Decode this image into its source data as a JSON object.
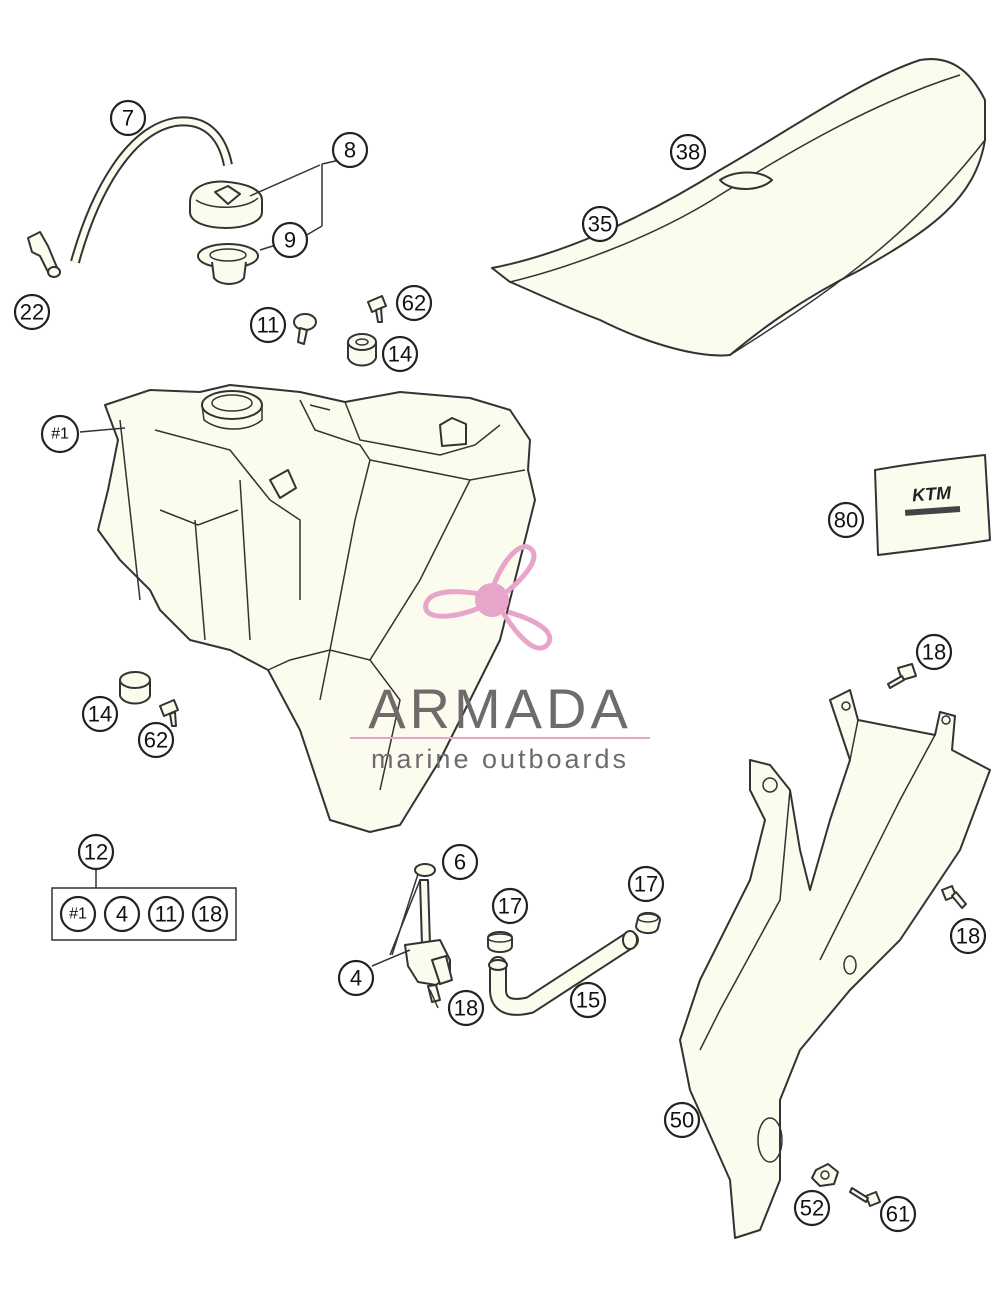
{
  "callouts": [
    {
      "id": "c7",
      "label": "7"
    },
    {
      "id": "c8",
      "label": "8"
    },
    {
      "id": "c9",
      "label": "9"
    },
    {
      "id": "c22",
      "label": "22"
    },
    {
      "id": "c11a",
      "label": "11"
    },
    {
      "id": "c62a",
      "label": "62"
    },
    {
      "id": "c14a",
      "label": "14"
    },
    {
      "id": "c38",
      "label": "38"
    },
    {
      "id": "c35",
      "label": "35"
    },
    {
      "id": "c1",
      "label": "#1"
    },
    {
      "id": "c80",
      "label": "80"
    },
    {
      "id": "c14b",
      "label": "14"
    },
    {
      "id": "c62b",
      "label": "62"
    },
    {
      "id": "c18a",
      "label": "18"
    },
    {
      "id": "c12",
      "label": "12"
    },
    {
      "id": "c6",
      "label": "6"
    },
    {
      "id": "c17a",
      "label": "17"
    },
    {
      "id": "c17b",
      "label": "17"
    },
    {
      "id": "c4",
      "label": "4"
    },
    {
      "id": "c18b",
      "label": "18"
    },
    {
      "id": "c15",
      "label": "15"
    },
    {
      "id": "c18c",
      "label": "18"
    },
    {
      "id": "c50",
      "label": "50"
    },
    {
      "id": "c52",
      "label": "52"
    },
    {
      "id": "c61",
      "label": "61"
    }
  ],
  "kit": {
    "items": [
      "#1",
      "4",
      "11",
      "18"
    ]
  },
  "decal": {
    "brand": "KTM"
  },
  "watermark": {
    "name": "ARMADA",
    "tagline": "marine outboards",
    "color_primary": "#e7a6c9",
    "color_text": "#6f6a6c"
  }
}
